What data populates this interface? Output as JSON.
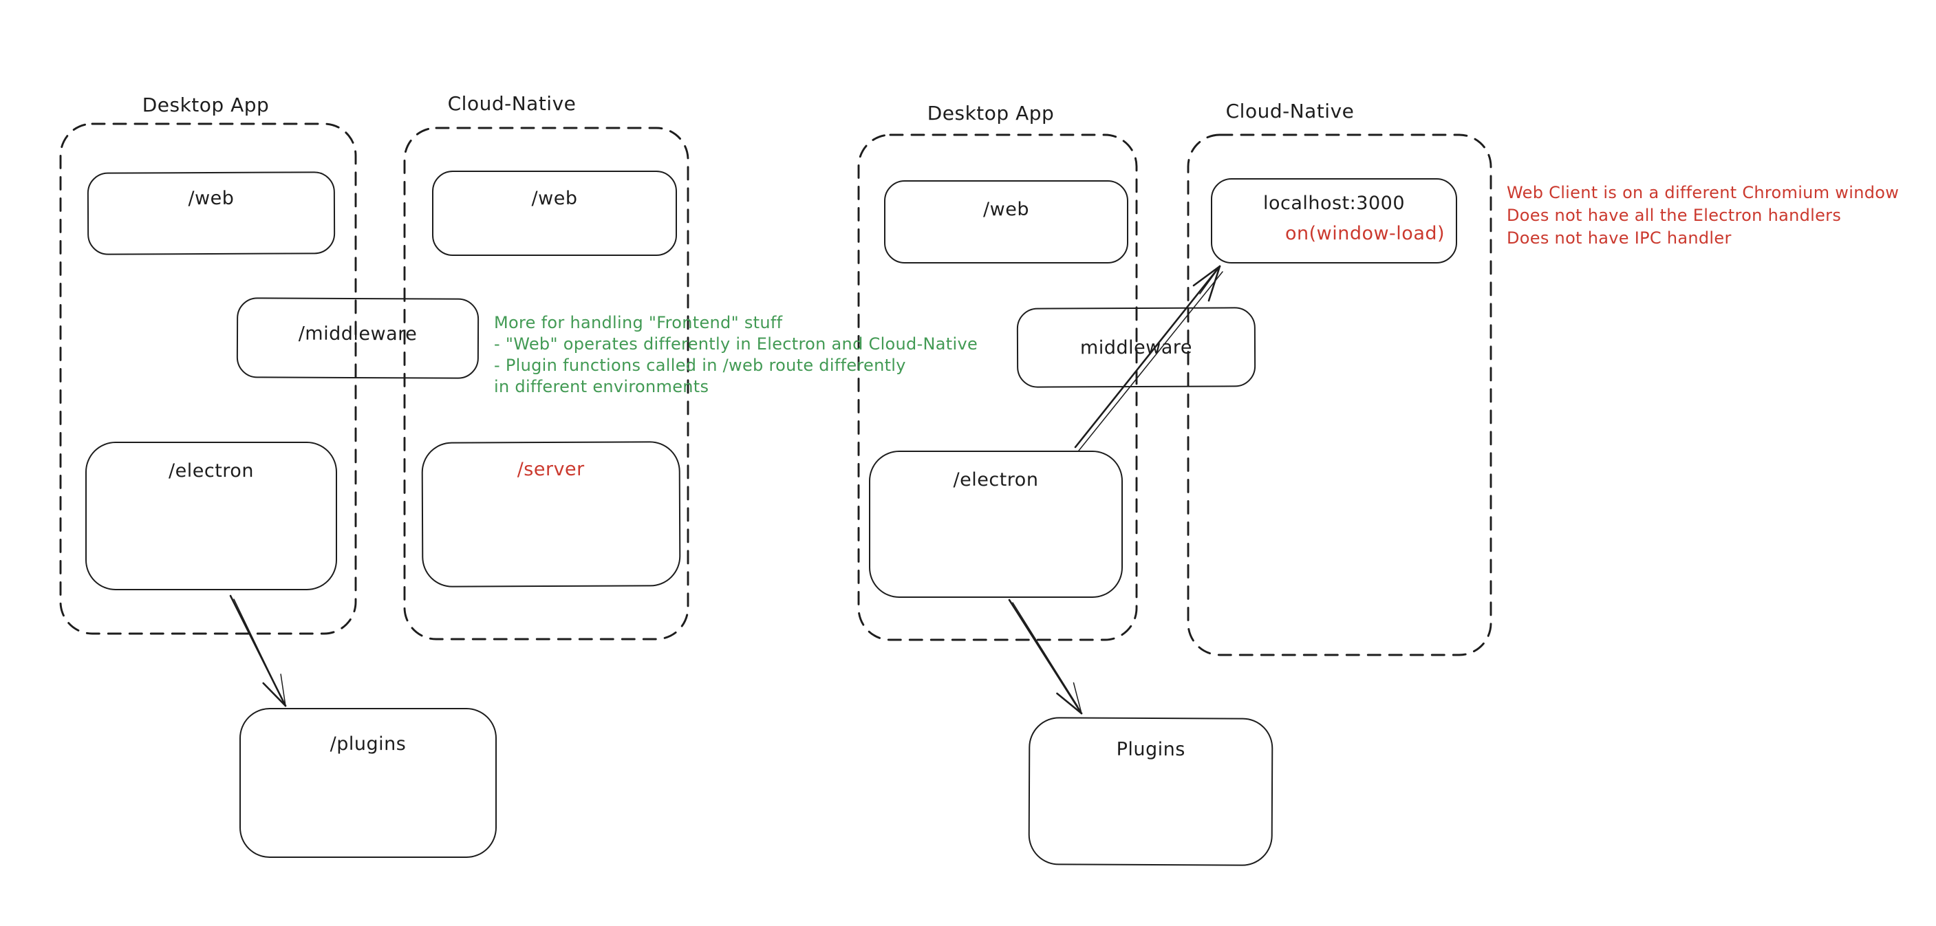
{
  "colors": {
    "ink": "#1d1d1d",
    "red": "#cb392e",
    "green": "#429a54",
    "bg": "#ffffff"
  },
  "groups": {
    "left_desktop": "Desktop App",
    "left_cloud": "Cloud-Native",
    "right_desktop": "Desktop App",
    "right_cloud": "Cloud-Native"
  },
  "nodes": {
    "l_web1": "/web",
    "l_web2": "/web",
    "l_middleware": "/middleware",
    "l_electron": "/electron",
    "l_server": "/server",
    "l_plugins": "/plugins",
    "r_web": "/web",
    "r_middleware": "middleware",
    "r_electron": "/electron",
    "r_localhost": "localhost:3000",
    "r_onload": "on(window-load)",
    "r_plugins": "Plugins"
  },
  "green_note": {
    "lines": [
      "More for handling \"Frontend\" stuff",
      "- \"Web\" operates differently in Electron and Cloud-Native",
      "- Plugin functions called in /web route differently",
      "in different environments"
    ]
  },
  "red_note": {
    "lines": [
      "Web Client is on a different Chromium window",
      "Does not have all the Electron handlers",
      "Does not have IPC handler"
    ]
  }
}
